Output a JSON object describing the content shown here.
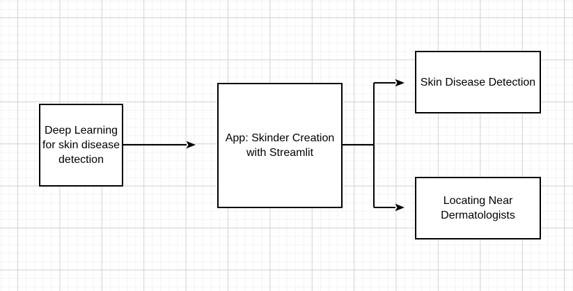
{
  "diagram": {
    "nodes": [
      {
        "id": "deep-learning",
        "label": "Deep Learning for skin disease detection"
      },
      {
        "id": "app",
        "label": "App: Skinder Creation with Streamlit"
      },
      {
        "id": "skin-disease",
        "label": "Skin Disease Detection"
      },
      {
        "id": "dermatologists",
        "label": "Locating Near Dermatologists"
      }
    ],
    "edges": [
      {
        "from": "deep-learning",
        "to": "app"
      },
      {
        "from": "app",
        "to": "skin-disease"
      },
      {
        "from": "app",
        "to": "dermatologists"
      }
    ],
    "colors": {
      "canvas_background": "#ffffff",
      "node_fill": "#ffffff",
      "node_stroke": "#000000",
      "text": "#000000",
      "connector": "#000000",
      "grid_minor": "#f4f1f1",
      "grid_major": "#d5d1d1"
    }
  }
}
